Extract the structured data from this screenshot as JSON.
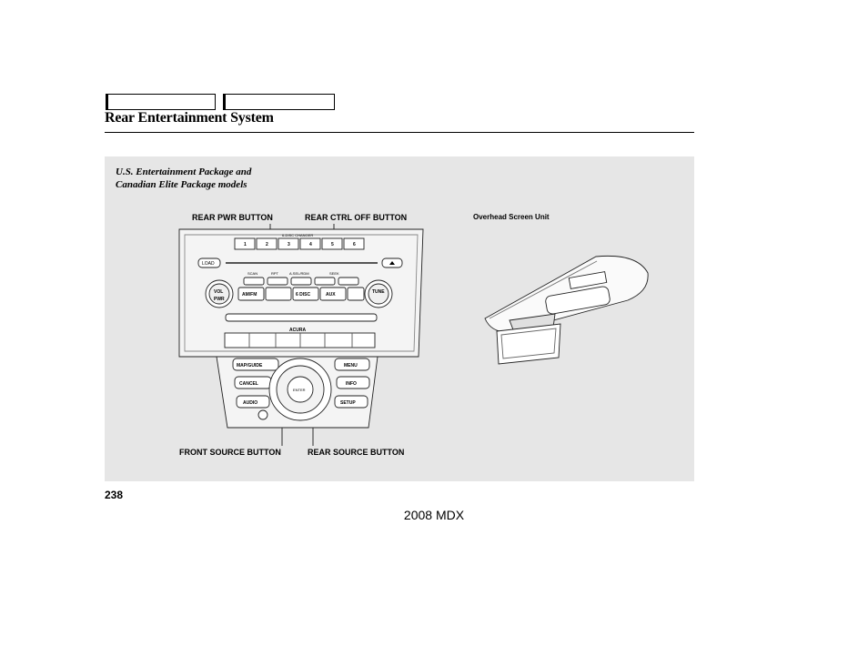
{
  "header": {
    "title": "Rear Entertainment System"
  },
  "figure": {
    "caption_line1": "U.S. Entertainment Package and",
    "caption_line2": "Canadian Elite Package models",
    "callouts": {
      "rear_pwr": "REAR PWR BUTTON",
      "rear_ctrl_off": "REAR CTRL OFF BUTTON",
      "overhead_screen": "Overhead Screen Unit",
      "front_source": "FRONT SOURCE BUTTON",
      "rear_source": "REAR SOURCE BUTTON"
    },
    "panel_labels": {
      "changer": "6-DISC CHANGER",
      "load": "LOAD",
      "presets": [
        "1",
        "2",
        "3",
        "4",
        "5",
        "6"
      ],
      "scan": "SCAN",
      "rpt": "RPT",
      "a_sel": "A.SEL/RDM",
      "seek": "SEEK",
      "vol": "VOL",
      "pwr": "PWR",
      "tune": "TUNE",
      "am_fm": "AM/FM",
      "six_disc": "6 DISC",
      "aux": "AUX",
      "brand": "ACURA",
      "map_guide": "MAP/GUIDE",
      "menu": "MENU",
      "cancel": "CANCEL",
      "info": "INFO",
      "audio": "AUDIO",
      "setup": "SETUP",
      "enter": "ENTER"
    }
  },
  "footer": {
    "page_number": "238",
    "model": "2008  MDX"
  }
}
